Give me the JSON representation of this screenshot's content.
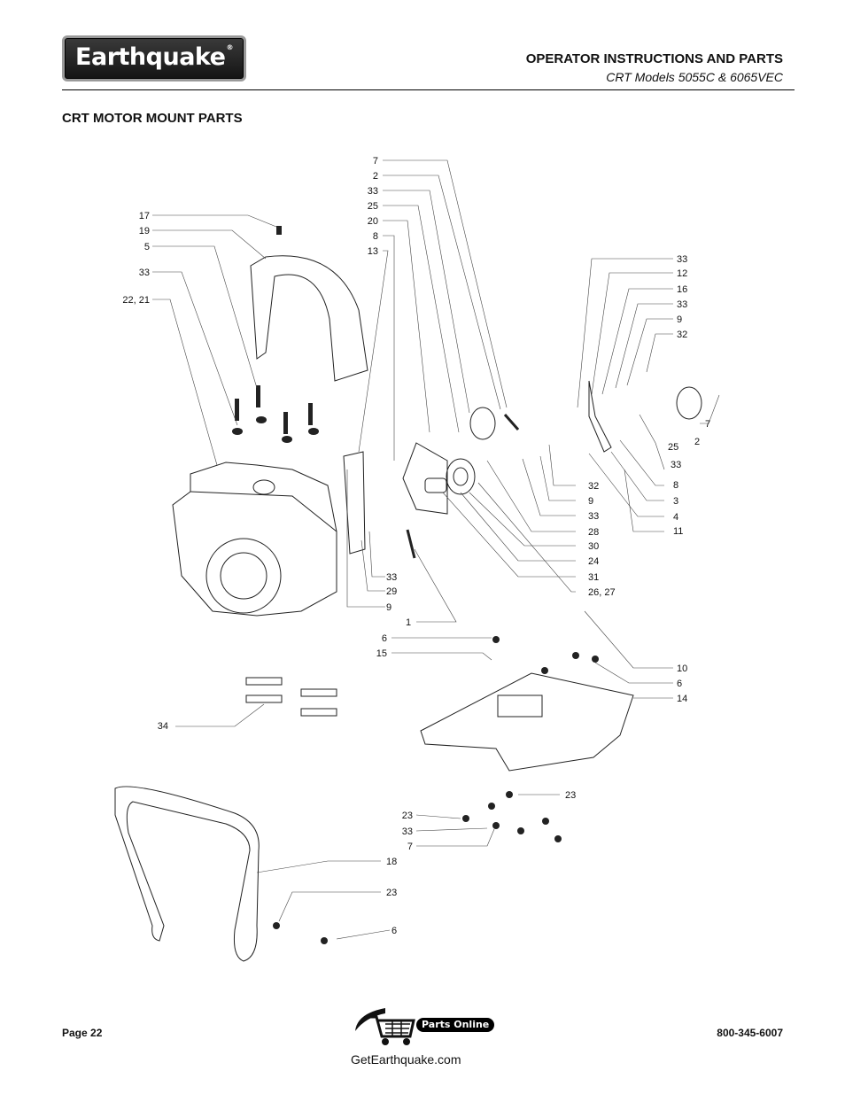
{
  "header": {
    "logo_text": "Earthquake",
    "title": "OPERATOR INSTRUCTIONS AND PARTS",
    "subtitle": "CRT Models 5055C & 6065VEC"
  },
  "section_title": "CRT MOTOR MOUNT PARTS",
  "callouts": {
    "top_center": [
      "7",
      "2",
      "33",
      "25",
      "20",
      "8",
      "13"
    ],
    "top_left": [
      "17",
      "19",
      "5",
      "33",
      "22, 21"
    ],
    "right_top": [
      "33",
      "12",
      "16",
      "33",
      "9",
      "32"
    ],
    "right_side": [
      "7",
      "2",
      "25",
      "33",
      "8",
      "3",
      "4",
      "11"
    ],
    "center_right": [
      "32",
      "9",
      "33",
      "28",
      "30",
      "24",
      "31",
      "26, 27"
    ],
    "center_left": [
      "33",
      "29",
      "9",
      "1"
    ],
    "lower_mid": [
      "6",
      "15",
      "10",
      "6",
      "14",
      "34"
    ],
    "bottom": [
      "23",
      "23",
      "33",
      "7",
      "18",
      "23",
      "6"
    ]
  },
  "footer": {
    "page": "Page 22",
    "parts_badge": "Parts Online",
    "website": "GetEarthquake.com",
    "phone": "800-345-6007"
  }
}
